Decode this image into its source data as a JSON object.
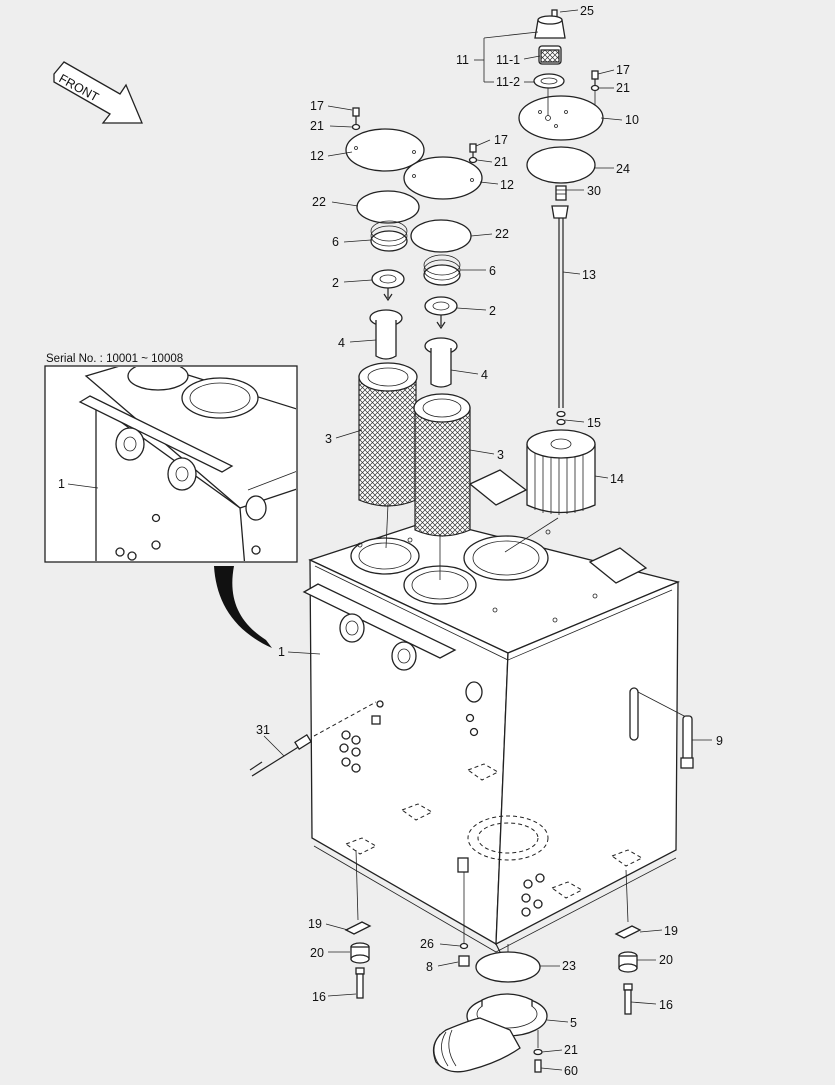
{
  "direction_arrow": {
    "text": "FRONT"
  },
  "inset": {
    "serial_text": "Serial No. : 10001 ~ 10008",
    "label": "1"
  },
  "callouts": [
    {
      "id": "c25",
      "text": "25"
    },
    {
      "id": "c11",
      "text": "11"
    },
    {
      "id": "c11_1",
      "text": "11-1"
    },
    {
      "id": "c11_2",
      "text": "11-2"
    },
    {
      "id": "c17_r",
      "text": "17"
    },
    {
      "id": "c21_r",
      "text": "21"
    },
    {
      "id": "c10",
      "text": "10"
    },
    {
      "id": "c24",
      "text": "24"
    },
    {
      "id": "c30",
      "text": "30"
    },
    {
      "id": "c13",
      "text": "13"
    },
    {
      "id": "c15",
      "text": "15"
    },
    {
      "id": "c14",
      "text": "14"
    },
    {
      "id": "c17_l",
      "text": "17"
    },
    {
      "id": "c21_l",
      "text": "21"
    },
    {
      "id": "c12_l",
      "text": "12"
    },
    {
      "id": "c17_m",
      "text": "17"
    },
    {
      "id": "c21_m",
      "text": "21"
    },
    {
      "id": "c12_m",
      "text": "12"
    },
    {
      "id": "c22_l",
      "text": "22"
    },
    {
      "id": "c22_r",
      "text": "22"
    },
    {
      "id": "c6_l",
      "text": "6"
    },
    {
      "id": "c6_r",
      "text": "6"
    },
    {
      "id": "c2_l",
      "text": "2"
    },
    {
      "id": "c2_r",
      "text": "2"
    },
    {
      "id": "c4_l",
      "text": "4"
    },
    {
      "id": "c4_r",
      "text": "4"
    },
    {
      "id": "c3_l",
      "text": "3"
    },
    {
      "id": "c3_r",
      "text": "3"
    },
    {
      "id": "c1_main",
      "text": "1"
    },
    {
      "id": "c31",
      "text": "31"
    },
    {
      "id": "c9",
      "text": "9"
    },
    {
      "id": "c19_l",
      "text": "19"
    },
    {
      "id": "c20_l",
      "text": "20"
    },
    {
      "id": "c16_l",
      "text": "16"
    },
    {
      "id": "c26",
      "text": "26"
    },
    {
      "id": "c8",
      "text": "8"
    },
    {
      "id": "c23",
      "text": "23"
    },
    {
      "id": "c19_r",
      "text": "19"
    },
    {
      "id": "c20_r",
      "text": "20"
    },
    {
      "id": "c16_r",
      "text": "16"
    },
    {
      "id": "c5",
      "text": "5"
    },
    {
      "id": "c21_b",
      "text": "21"
    },
    {
      "id": "c60",
      "text": "60"
    }
  ]
}
